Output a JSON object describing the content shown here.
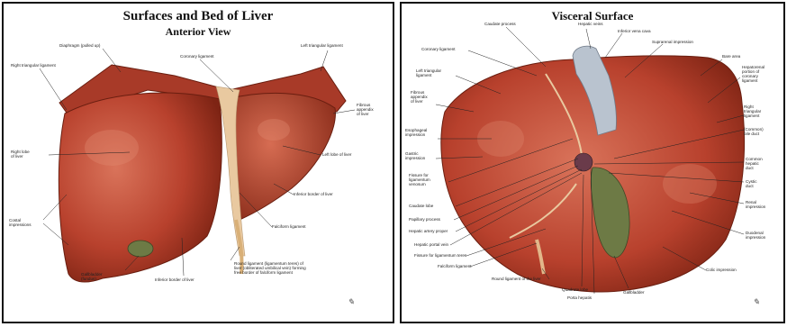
{
  "left_panel": {
    "title": "Surfaces and Bed of Liver",
    "subtitle": "Anterior View",
    "labels": {
      "diaphragm": "Diaphragm (pulled up)",
      "coronary": "Coronary ligament",
      "left_triangular": "Left triangular ligament",
      "right_triangular": "Right triangular ligament",
      "fibrous_appendix": "Fibrous\nappendix\nof liver",
      "right_lobe": "Right lobe\nof liver",
      "left_lobe": "Left lobe of liver",
      "inferior_border_right": "Inferior border of liver",
      "costal": "Costal\nimpressions",
      "falciform": "Falciform ligament",
      "round_ligament": "Round ligament (ligamentum teres) of\nliver (obliterated umbilical vein) forming\nfree border of falciform ligament",
      "gallbladder": "Gallbladder\n(fundus)",
      "inferior_border_bottom": "Inferior border of liver"
    }
  },
  "right_panel": {
    "title": "Visceral Surface",
    "labels": {
      "caudate_process": "Caudate process",
      "hepatic_veins": "Hepatic veins",
      "inferior_vena_cava": "Inferior vena cava",
      "suprarenal": "Suprarenal impression",
      "coronary": "Coronary ligament",
      "left_triangular": "Left triangular\nligament",
      "fibrous_appendix": "Fibrous\nappendix\nof liver",
      "esophageal": "Esophageal\nimpression",
      "gastric": "Gastric\nimpression",
      "fissure_ligamentum_venosum": "Fissure for\nligamentum\nvenosum",
      "caudate_lobe": "Caudate lobe",
      "papillary": "Papillary process",
      "hepatic_artery": "Hepatic artery proper",
      "hepatic_portal_vein": "Hepatic portal vein",
      "fissure_ligamentum_teres": "Fissure for ligamentum teres",
      "falciform": "Falciform ligament",
      "round_ligament": "Round ligament of the liver",
      "quadrate": "Quadrate lobe",
      "porta_hepatis": "Porta hepatis",
      "gallbladder": "Gallbladder",
      "bare_area": "Bare area",
      "hepatorenal": "Hepatorenal\nportion of\ncoronary\nligament",
      "right_triangular": "Right\ntriangular\nligament",
      "common_bile_duct": "(Common)\nbile duct",
      "common_hepatic_duct": "Common\nhepatic\nduct",
      "cystic_duct": "Cystic\nduct",
      "renal": "Renal\nimpression",
      "duodenal": "Duodenal\nimpression",
      "colic": "Colic impression"
    }
  },
  "colors": {
    "liver": "#b8412d",
    "liver_dark": "#7e2414",
    "liver_light": "#d76a52",
    "gallbladder": "#6d7a45",
    "ligament": "#e9c9a0",
    "vessel": "#b9c3cf"
  }
}
